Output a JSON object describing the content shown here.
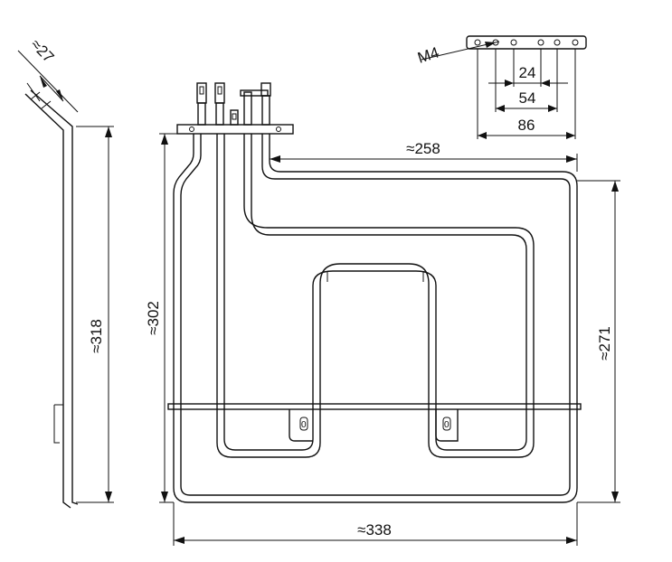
{
  "colors": {
    "line": "#111111",
    "background": "#ffffff"
  },
  "dimensions": {
    "angle": "≈27",
    "height_side": "≈318",
    "height_front": "≈302",
    "height_right": "≈271",
    "width_top": "≈258",
    "width_bottom": "≈338",
    "thread": "M4",
    "bracket_inner": "24",
    "bracket_mid": "54",
    "bracket_outer": "86"
  },
  "bracket_marks": {
    "left_slot": "0",
    "right_slot": "0"
  }
}
